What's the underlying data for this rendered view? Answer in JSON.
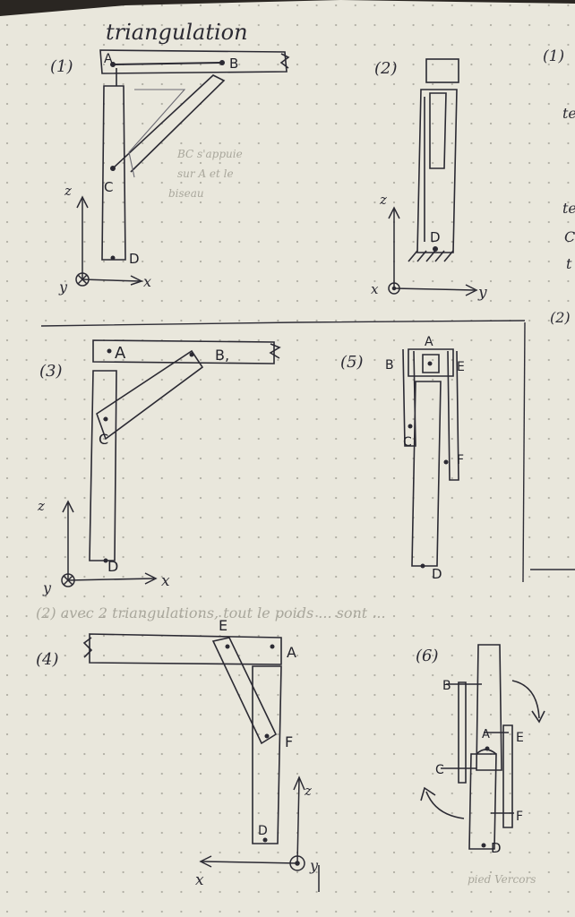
{
  "title": "triangulation",
  "colors": {
    "paper": "#e9e7dc",
    "ink": "#2b2a33",
    "pencil": "#a9a79c",
    "dot": "#9d9b91",
    "table": "#2a2622"
  },
  "left_margin_text": [
    "(",
    "te",
    "t",
    "C",
    "("
  ],
  "figures": {
    "f1": {
      "number": "(1)",
      "points": [
        "A",
        "B",
        "C",
        "D"
      ],
      "axes": [
        "z",
        "x",
        "y"
      ],
      "pencil_note": [
        "BC s'appuie",
        "sur A et le",
        "biseau"
      ]
    },
    "f2": {
      "number": "(2)",
      "points": [
        "D"
      ],
      "axes": [
        "z",
        "x",
        "y"
      ]
    },
    "f3": {
      "number": "(3)",
      "points": [
        "A",
        "B,",
        "C",
        "D"
      ],
      "axes": [
        "z",
        "x",
        "y"
      ]
    },
    "f4": {
      "number": "(4)",
      "points": [
        "E",
        "A",
        "F",
        "D"
      ],
      "axes": [
        "z",
        "x",
        "y"
      ]
    },
    "f5": {
      "number": "(5)",
      "points": [
        "A",
        "B",
        "E",
        "C",
        "F",
        "D"
      ]
    },
    "f6": {
      "number": "(6)",
      "points": [
        "B",
        "A",
        "E",
        "C",
        "F",
        "D"
      ],
      "caption": "pied Vercors"
    }
  },
  "right_column": [
    "(1)",
    "(2)"
  ],
  "faint_line": "(2) avec 2 triangulations, tout le poids ... sont ..."
}
